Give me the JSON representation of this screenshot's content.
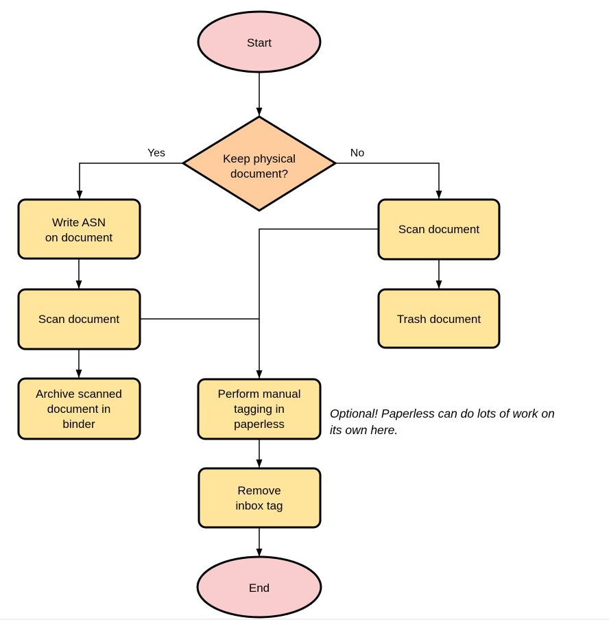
{
  "page": {
    "background": "#ffffff",
    "bottom_divider_color": "#ebe9e9"
  },
  "colors": {
    "terminal_fill": "#f9cdcd",
    "decision_fill": "#ffcc9e",
    "process_fill": "#ffe59b",
    "stroke": "#000000",
    "text": "#000000"
  },
  "nodes": {
    "start": {
      "type": "terminal",
      "label": "Start"
    },
    "decision": {
      "type": "decision",
      "lines": [
        "Keep physical",
        "document?"
      ]
    },
    "write_asn": {
      "type": "process",
      "lines": [
        "Write ASN",
        "on document"
      ]
    },
    "scan_left": {
      "type": "process",
      "label": "Scan document"
    },
    "archive": {
      "type": "process",
      "lines": [
        "Archive scanned",
        "document in",
        "binder"
      ]
    },
    "scan_right": {
      "type": "process",
      "label": "Scan document"
    },
    "trash": {
      "type": "process",
      "label": "Trash document"
    },
    "tagging": {
      "type": "process",
      "lines": [
        "Perform manual",
        "tagging in",
        "paperless"
      ]
    },
    "remove_inbox": {
      "type": "process",
      "lines": [
        "Remove",
        "inbox tag"
      ]
    },
    "end": {
      "type": "terminal",
      "label": "End"
    }
  },
  "edge_labels": {
    "yes": "Yes",
    "no": "No"
  },
  "note": {
    "lines": [
      "Optional! Paperless can do lots of work on",
      "its own here."
    ]
  }
}
